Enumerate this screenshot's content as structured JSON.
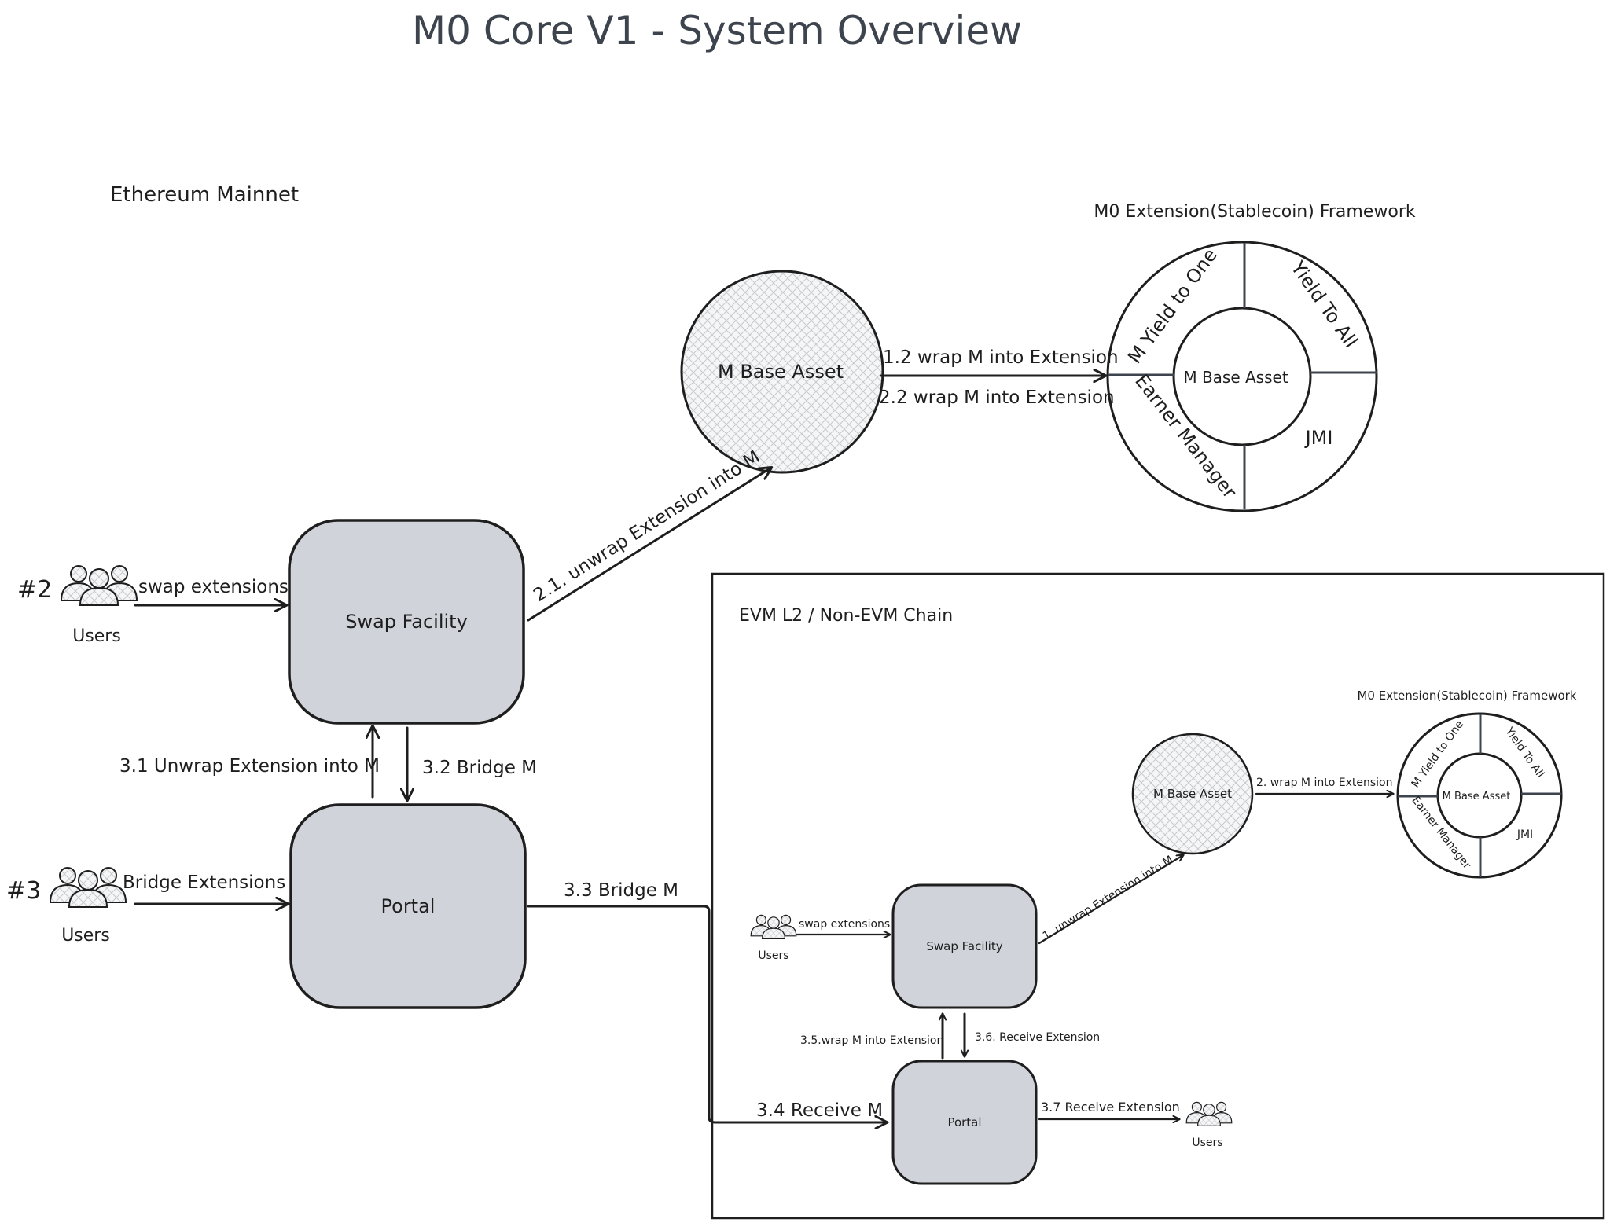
{
  "title": "M0 Core V1 - System Overview",
  "ethereum": {
    "label": "Ethereum Mainnet",
    "framework_label": "M0 Extension(Stablecoin) Framework",
    "base_asset": "M Base Asset",
    "ring": {
      "center": "M Base Asset",
      "segments": [
        "M Yield to One",
        "Yield To All",
        "JMI",
        "Earner Manager"
      ]
    },
    "swap_facility": "Swap Facility",
    "portal": "Portal",
    "users_2": {
      "tag": "#2",
      "label": "Users",
      "action": "swap extensions"
    },
    "users_3": {
      "tag": "#3",
      "label": "Users",
      "action": "Bridge Extensions"
    },
    "arrows": {
      "wrap_1": "1.2 wrap M into Extension",
      "wrap_2": "2.2 wrap M into Extension",
      "unwrap_21": "2.1. unwrap Extension into M",
      "unwrap_31": "3.1 Unwrap Extension into M",
      "bridge_32": "3.2 Bridge M",
      "bridge_33": "3.3 Bridge M"
    }
  },
  "l2": {
    "label": "EVM L2 / Non-EVM Chain",
    "framework_label": "M0 Extension(Stablecoin) Framework",
    "base_asset": "M Base Asset",
    "ring": {
      "center": "M Base Asset",
      "segments": [
        "M Yield to One",
        "Yield To All",
        "JMI",
        "Earner Manager"
      ]
    },
    "swap_facility": "Swap Facility",
    "portal": "Portal",
    "users_in": {
      "label": "Users",
      "action": "swap extensions"
    },
    "users_out": {
      "label": "Users"
    },
    "arrows": {
      "wrap_2": "2. wrap M into Extension",
      "unwrap_1": "1. unwrap Extension into M",
      "wrap_35": "3.5.wrap M into Extension",
      "receive_36": "3.6. Receive Extension",
      "receive_34": "3.4 Receive M",
      "receive_37": "3.7 Receive Extension"
    }
  },
  "colors": {
    "box_fill": "#d0d4da",
    "stroke": "#1e1e1e",
    "title": "#3d444d"
  }
}
